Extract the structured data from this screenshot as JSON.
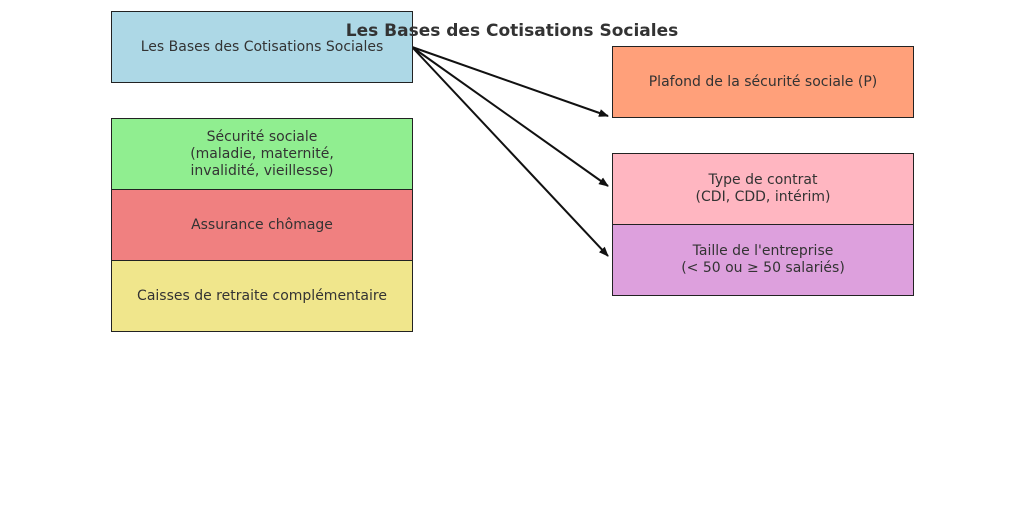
{
  "title": "Les Bases des Cotisations Sociales",
  "source_box": {
    "label": "Les Bases des Cotisations Sociales",
    "color": "#add8e6"
  },
  "left_boxes": [
    {
      "lines": [
        "Sécurité sociale",
        "(maladie, maternité,",
        "invalidité, vieillesse)"
      ],
      "color": "#90ee90"
    },
    {
      "lines": [
        "Assurance chômage"
      ],
      "color": "#f08080"
    },
    {
      "lines": [
        "Caisses de retraite complémentaire"
      ],
      "color": "#f0e68c"
    }
  ],
  "right_boxes": [
    {
      "lines": [
        "Plafond de la sécurité sociale (P)"
      ],
      "color": "#ffa07a"
    },
    {
      "lines": [
        "Type de contrat",
        "(CDI, CDD, intérim)"
      ],
      "color": "#ffb6c1"
    },
    {
      "lines": [
        "Taille de l'entreprise",
        "(< 50 ou ≥ 50 salariés)"
      ],
      "color": "#dda0dd"
    }
  ]
}
